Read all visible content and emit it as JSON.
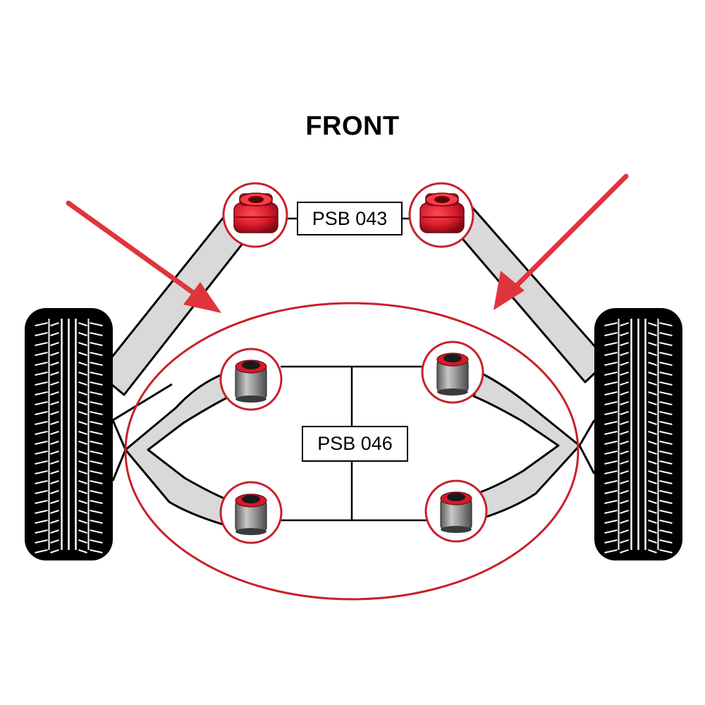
{
  "title": "FRONT",
  "labels": {
    "upper_bushings": "PSB 043",
    "lower_bushings": "PSB 046"
  },
  "colors": {
    "arrow": "#e0343c",
    "highlight_ring": "#c8202a",
    "bushing_red": "#d61a2a",
    "bushing_metal": "#8f8f8f",
    "arm_fill": "#d9d9d9",
    "outline": "#000000",
    "tyre": "#000000"
  },
  "icons": [
    "tyre-left",
    "tyre-right",
    "arrow-left",
    "arrow-right",
    "bushing-upper-left",
    "bushing-upper-right",
    "bushing-lower-front-left",
    "bushing-lower-front-right",
    "bushing-lower-rear-left",
    "bushing-lower-rear-right"
  ]
}
